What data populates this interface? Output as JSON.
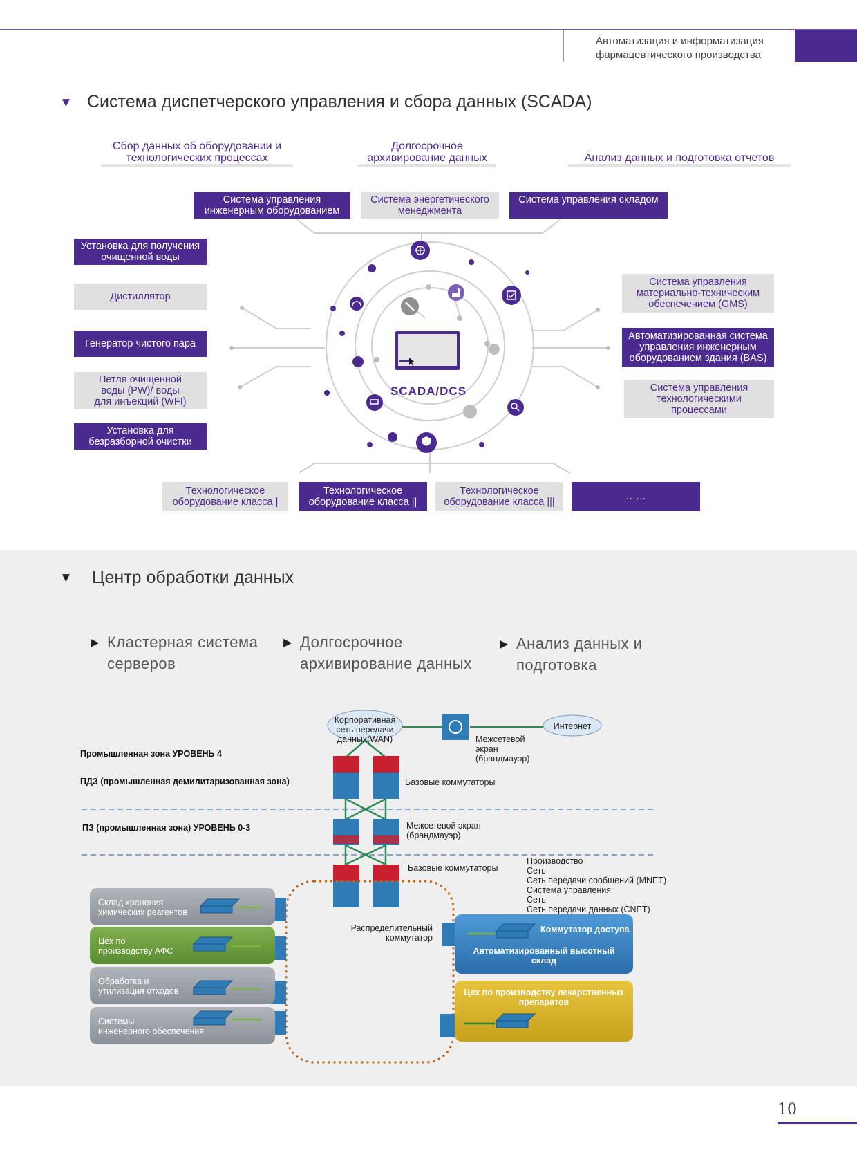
{
  "header": {
    "title": "Автоматизация и информатизация\nфармацевтического производства"
  },
  "section1": {
    "title": "Система диспетчерского управления и сбора данных (SCADA)",
    "categories": [
      "Сбор данных об оборудовании и\nтехнологических процессах",
      "Долгосрочное\nархивирование данных",
      "Анализ данных и подготовка отчетов"
    ],
    "top_boxes": [
      "Система управления\nинженерным оборудованием",
      "Система энергетического\nменеджмента",
      "Система управления складом"
    ],
    "left_boxes": [
      "Установка для получения\nочищенной воды",
      "Дистиллятор",
      "Генератор чистого пара",
      "Петля очищенной\nводы (PW)/ воды\nдля инъекций (WFI)",
      "Установка для\nбезразборной очистки"
    ],
    "right_boxes": [
      "Система управления\nматериально-техническим\nобеспечением (GMS)",
      "Автоматизированная система\nуправления инженерным\nоборудованием здания (BAS)",
      "Система управления\nтехнологическими\nпроцессами"
    ],
    "bottom_boxes": [
      "Технологическое\nоборудование класса |",
      "Технологическое\nоборудование класса ||",
      "Технологическое\nоборудование класса |||",
      "……"
    ],
    "center_label": "SCADA/DCS"
  },
  "section2": {
    "title": "Центр обработки данных",
    "items": [
      "Кластерная система\nсерверов",
      "Долгосрочное\nархивирование данных",
      "Анализ данных и\nподготовка"
    ],
    "network": {
      "wan": "Корпоративная\nсеть передачи\nданных(WAN)",
      "internet": "Интернет",
      "firewall_top": "Межсетевой\nэкран\n(брандмауэр)",
      "level4": "Промышленная зона УРОВЕНЬ 4",
      "dmz": "ПДЗ (промышленная демилитаризованная зона)",
      "core1": "Базовые коммутаторы",
      "pz": "ПЗ (промышленная зона) УРОВЕНЬ 0-3",
      "firewall_mid": "Межсетевой экран\n(брандмауэр)",
      "core2": "Базовые коммутаторы",
      "prod_list": "Производство\nСеть\nСеть передачи сообщений (MNET)\nСистема управления\nСеть\nСеть передачи данных (CNET)",
      "distribution": "Распределительный\nкоммутатор",
      "zones_left": [
        "Склад хранения\nхимических реагентов",
        "Цех по\nпроизводству АФС",
        "Обработка и\nутилизация отходов",
        "Системы\nинженерного обеспечения"
      ],
      "access_switch": "Коммутатор доступа",
      "warehouse": "Автоматизированный высотный\nсклад",
      "drug_plant": "Цех по производству лекарственных\nпрепаратов"
    }
  },
  "page_number": "10",
  "colors": {
    "brand": "#4b2b8f",
    "grey_box": "#e0e0e0",
    "band": "#efefef"
  }
}
